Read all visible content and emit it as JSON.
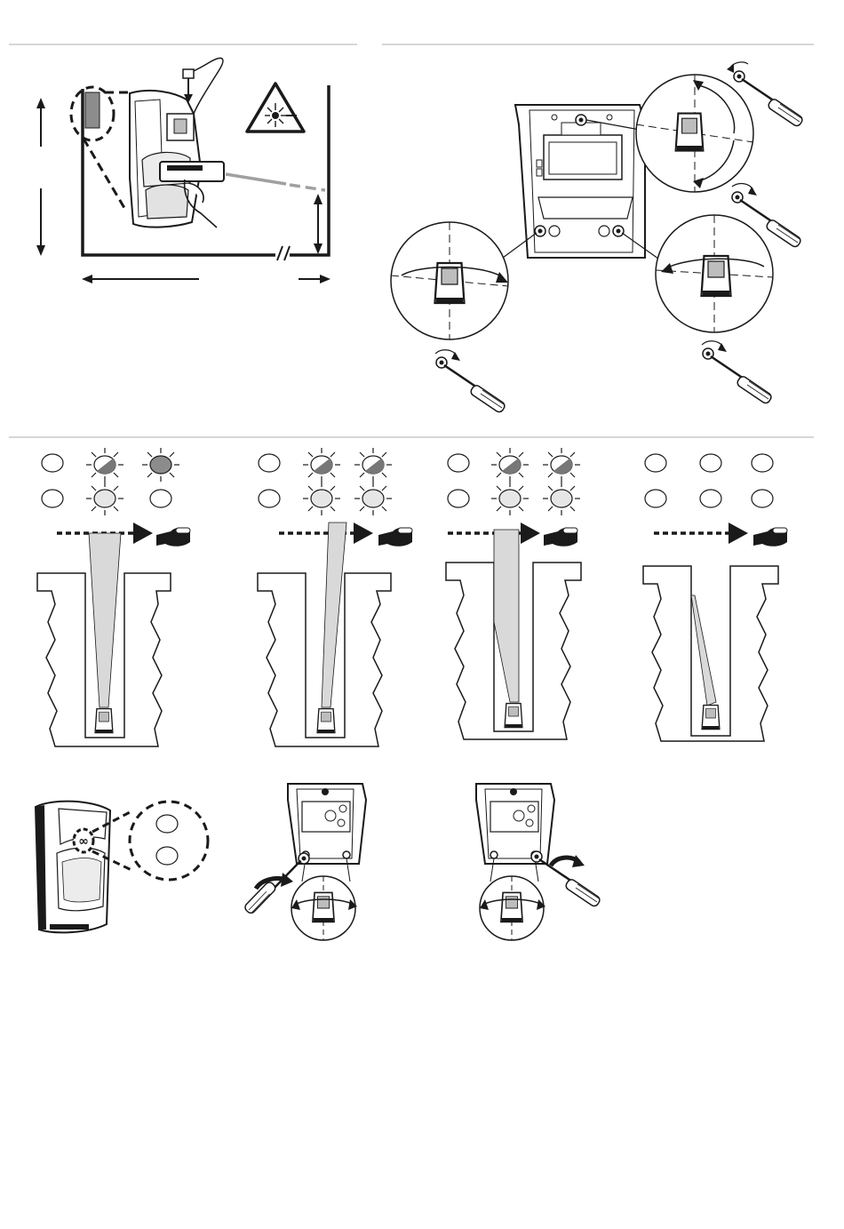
{
  "figure": {
    "section1": {
      "laser_symbol": "laser-warning-icon"
    },
    "section2": {
      "adjust_symbol": "screwdriver-icon"
    },
    "section3": {
      "panels": [
        {
          "leds": [
            "off",
            "half",
            "on",
            "off",
            "lit",
            "off"
          ]
        },
        {
          "leds": [
            "off",
            "half",
            "half",
            "off",
            "lit",
            "lit"
          ]
        },
        {
          "leds": [
            "off",
            "half",
            "half",
            "off",
            "lit",
            "lit"
          ]
        },
        {
          "leds": [
            "off",
            "off",
            "off",
            "off",
            "off",
            "off"
          ]
        }
      ]
    },
    "section4": {
      "detector_badge": "∞"
    }
  }
}
